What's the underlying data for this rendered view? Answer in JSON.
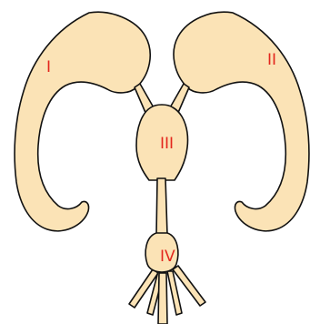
{
  "diagram": {
    "colors": {
      "fill": "#fbe3b6",
      "stroke": "#111111",
      "label": "#e3261d"
    },
    "labels": {
      "left_lateral": "I",
      "right_lateral": "II",
      "third": "III",
      "fourth": "IV"
    }
  }
}
